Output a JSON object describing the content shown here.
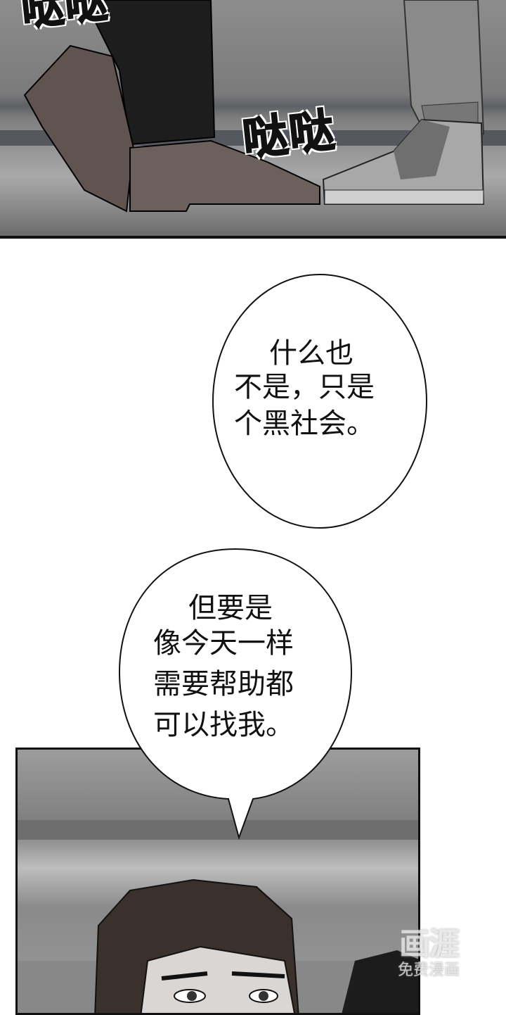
{
  "panel_top": {
    "sfx_top": "哒哒",
    "sfx_footsteps": "哒哒"
  },
  "bubble_1": {
    "lines": [
      "什么也",
      "不是，只是",
      "个黑社会。"
    ]
  },
  "bubble_2": {
    "lines": [
      "但要是",
      "像今天一样",
      "需要帮助都",
      "可以找我。"
    ]
  },
  "watermark": {
    "logo": "画涯",
    "tagline": "免费漫画"
  }
}
